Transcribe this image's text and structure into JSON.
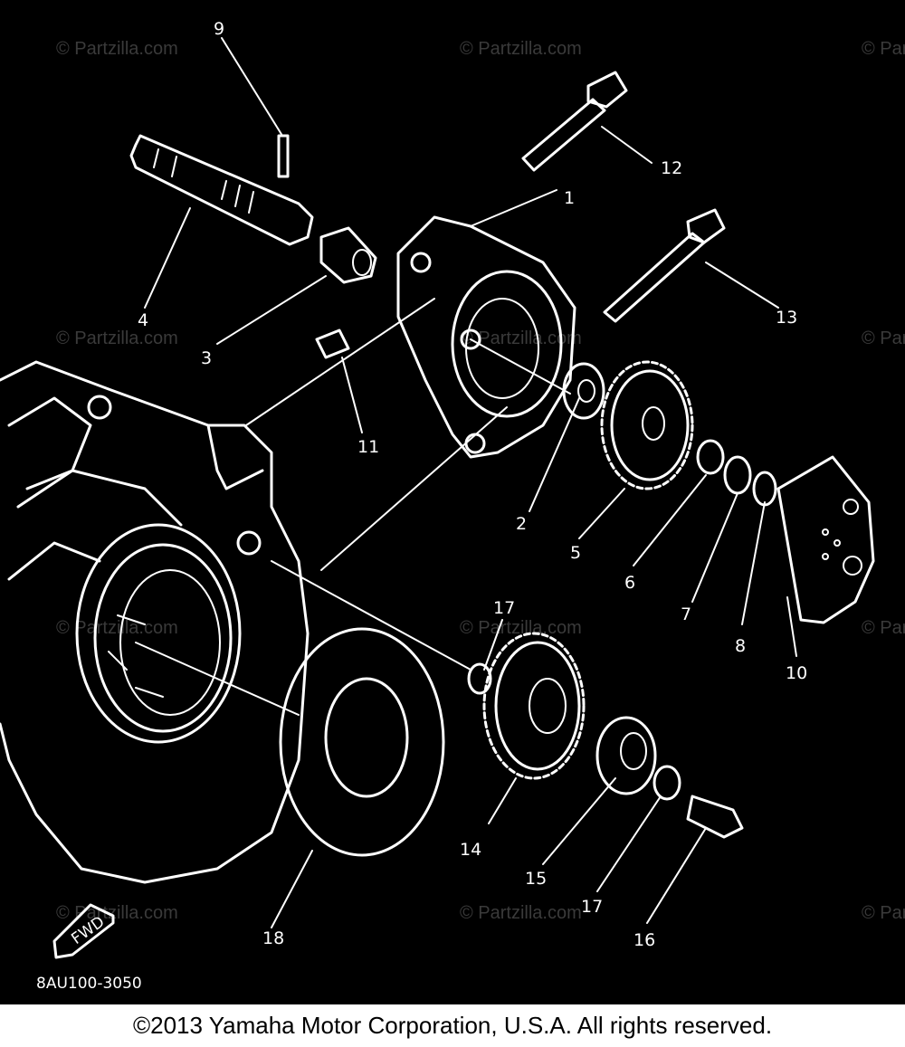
{
  "watermark": "© Partzilla.com",
  "diagram_code": "8AU100-3050",
  "fwd_label": "FWD",
  "copyright": "©2013 Yamaha Motor Corporation, U.S.A. All rights reserved.",
  "callouts": [
    "1",
    "2",
    "3",
    "4",
    "5",
    "6",
    "7",
    "8",
    "9",
    "10",
    "11",
    "12",
    "13",
    "14",
    "15",
    "16",
    "17",
    "17",
    "18"
  ]
}
